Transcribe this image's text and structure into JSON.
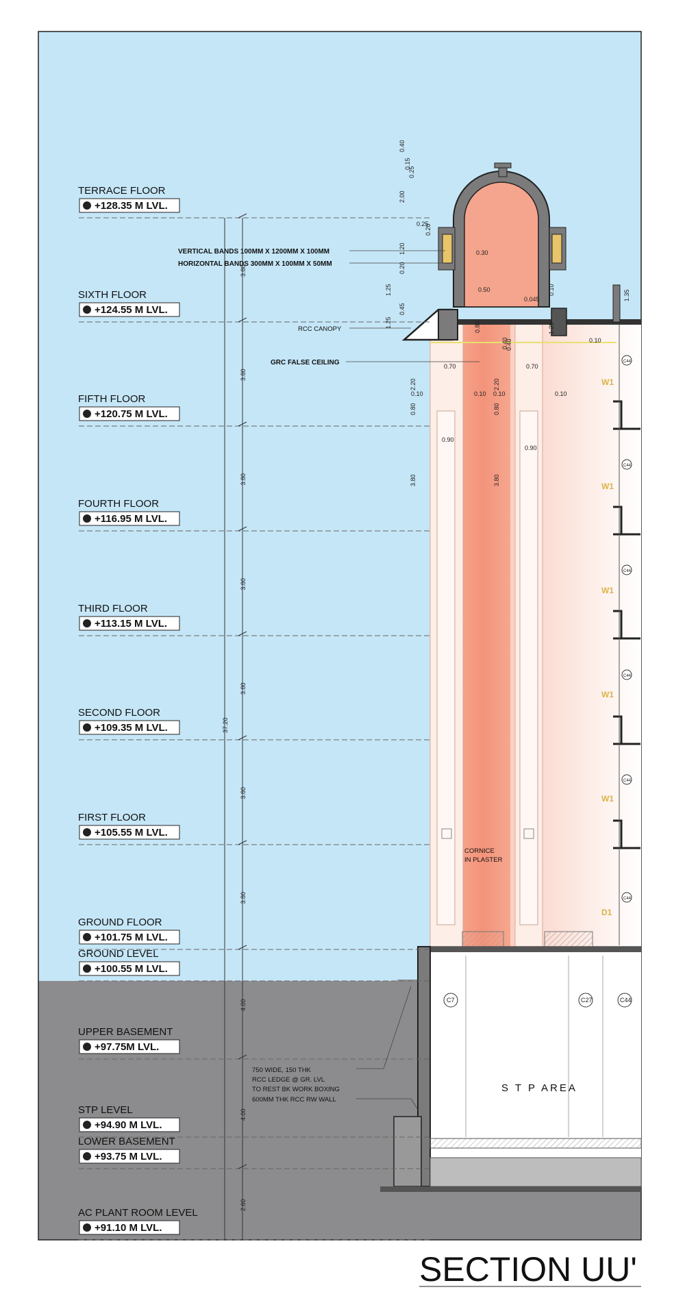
{
  "title": "SECTION UU'",
  "levels": [
    {
      "name": "TERRACE FLOOR",
      "value": "+128.35 M LVL."
    },
    {
      "name": "SIXTH FLOOR",
      "value": "+124.55 M LVL."
    },
    {
      "name": "FIFTH FLOOR",
      "value": "+120.75 M LVL."
    },
    {
      "name": "FOURTH FLOOR",
      "value": "+116.95 M LVL."
    },
    {
      "name": "THIRD FLOOR",
      "value": "+113.15 M LVL."
    },
    {
      "name": "SECOND FLOOR",
      "value": "+109.35 M LVL."
    },
    {
      "name": "FIRST FLOOR",
      "value": "+105.55 M LVL."
    },
    {
      "name": "GROUND FLOOR",
      "value": "+101.75 M LVL."
    },
    {
      "name": "GROUND LEVEL",
      "value": "+100.55 M LVL."
    },
    {
      "name": "UPPER BASEMENT",
      "value": "+97.75M LVL."
    },
    {
      "name": "STP LEVEL",
      "value": "+94.90 M LVL."
    },
    {
      "name": "LOWER BASEMENT",
      "value": "+93.75 M LVL."
    },
    {
      "name": "AC PLANT ROOM LEVEL",
      "value": "+91.10 M LVL."
    }
  ],
  "overall_dimension": "37.20",
  "storey_dimensions": [
    "3.80",
    "3.80",
    "3.80",
    "3.80",
    "3.80",
    "3.80",
    "3.80",
    "4.00",
    "4.00",
    "2.60"
  ],
  "notes": {
    "vertical_bands": "VERTICAL BANDS 100MM X 1200MM X 100MM",
    "horizontal_bands": "HORIZONTAL BANDS 300MM X 100MM X 50MM",
    "rcc_canopy": "RCC CANOPY",
    "grc_false_ceiling": "GRC FALSE CEILING",
    "cornice_1": "CORNICE",
    "cornice_2": "IN PLASTER",
    "ledge_1": "750 WIDE, 150 THK",
    "ledge_2": "RCC LEDGE @ GR. LVL",
    "ledge_3": "TO REST BK WORK BOXING",
    "ledge_4": "600MM THK RCC RW WALL",
    "stp_area": "S T P  AREA"
  },
  "dome_dims": [
    "0.40",
    "0.15",
    "0.25",
    "2.00",
    "0.25",
    "0.20",
    "1.20",
    "0.30",
    "0.20",
    "1.25",
    "0.50",
    "0.45",
    "1.25",
    "0.045",
    "0.10",
    "1.35",
    "0.80",
    "0.40",
    "1.25",
    "0.10"
  ],
  "detail_dims": [
    "0.70",
    "0.40",
    "0.70",
    "2.20",
    "2.20",
    "0.10",
    "0.10",
    "0.10",
    "0.10",
    "0.80",
    "0.80",
    "0.90",
    "0.90",
    "3.80",
    "3.80"
  ],
  "window_tags": [
    "W1",
    "W1",
    "W1",
    "W1",
    "W1",
    "D1"
  ],
  "column_tags": [
    "C44",
    "C44",
    "C44",
    "C44",
    "C44",
    "C44"
  ],
  "basement_tags": [
    "C7",
    "C27",
    "C44"
  ],
  "colors": {
    "sky": "#c5e6f7",
    "ground": "#8c8c8e",
    "salmon": "#f5a58d",
    "pale": "#fbe3d8",
    "dome_gray": "#7b7b7b",
    "accent_tag": "#d8b54a"
  }
}
